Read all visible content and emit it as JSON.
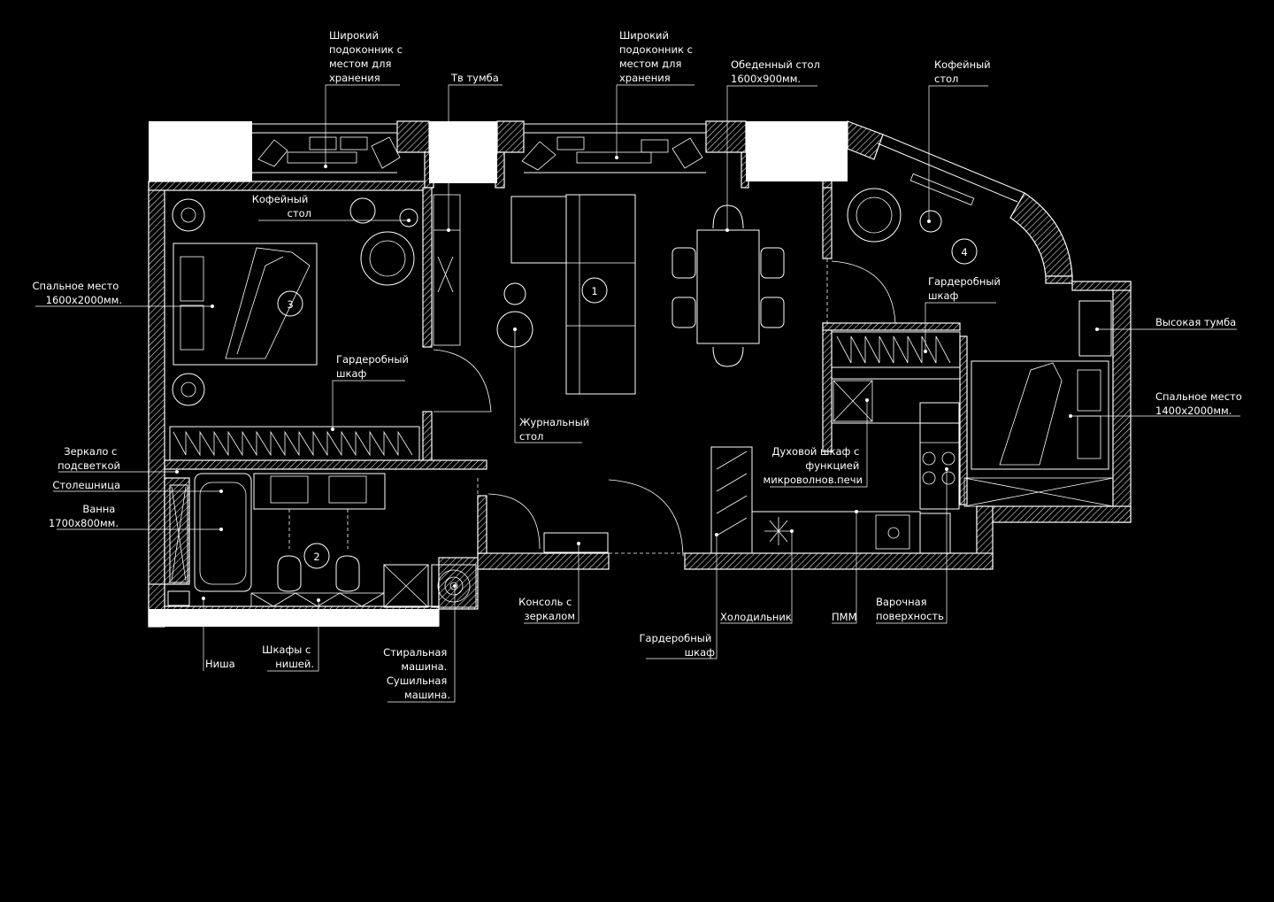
{
  "labels": {
    "sill_left": [
      "Широкий",
      "подоконник с",
      "местом для",
      "хранения"
    ],
    "tv_stand": "Тв тумба",
    "sill_center": [
      "Широкий",
      "подоконник с",
      "местом для",
      "хранения"
    ],
    "dining_table": [
      "Обеденный стол",
      "1600x900мм."
    ],
    "coffee_table_right": [
      "Кофейный",
      "стол"
    ],
    "coffee_table_bedroom": [
      "Кофейный",
      "стол"
    ],
    "bed_left": [
      "Спальное место",
      "1600x2000мм."
    ],
    "wardrobe_left": [
      "Гардеробный",
      "шкаф"
    ],
    "magazine_table": [
      "Журнальный",
      "стол"
    ],
    "wardrobe_right": [
      "Гардеробный",
      "шкаф"
    ],
    "tall_cabinet": "Высокая тумба",
    "bed_right": [
      "Спальное место",
      "1400x2000мм."
    ],
    "oven": [
      "Духовой шкаф с",
      "функцией",
      "микроволнов.печи"
    ],
    "mirror": [
      "Зеркало с",
      "подсветкой"
    ],
    "countertop": "Столешница",
    "bathtub": [
      "Ванна",
      "1700x800мм."
    ],
    "console": [
      "Консоль с",
      "зеркалом"
    ],
    "fridge": "Холодильник",
    "dishwasher": "ПММ",
    "hob": [
      "Варочная",
      "поверхность"
    ],
    "wardrobe_hall": [
      "Гардеробный",
      "шкаф"
    ],
    "niche": "Ниша",
    "cabinets_niche": [
      "Шкафы с",
      "нишей."
    ],
    "washer": [
      "Стиральная",
      "машина.",
      "Сушильная",
      "машина."
    ]
  },
  "rooms": [
    "1",
    "2",
    "3",
    "4"
  ]
}
